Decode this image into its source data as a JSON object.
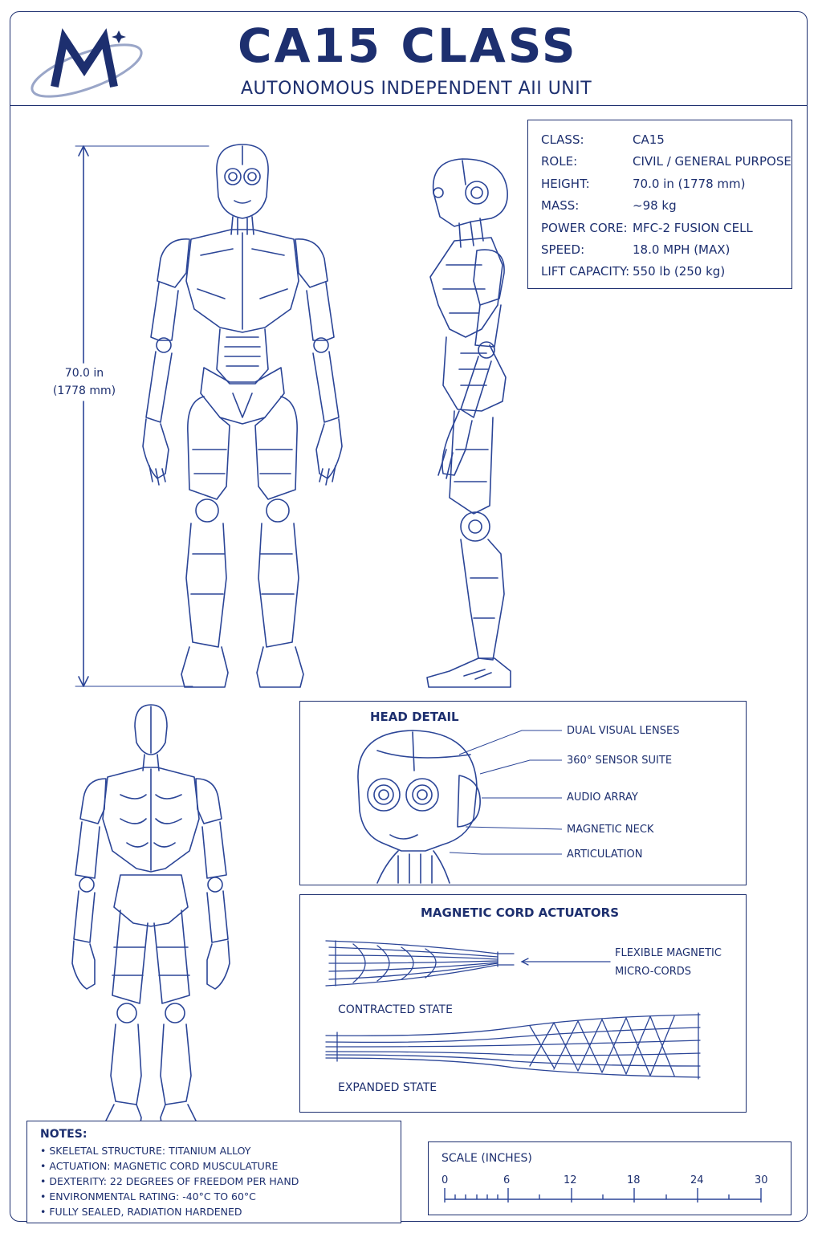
{
  "header": {
    "title": "CA15 CLASS",
    "subtitle": "AUTONOMOUS INDEPENDENT AII UNIT"
  },
  "specs": [
    {
      "label": "CLASS:",
      "value": "CA15"
    },
    {
      "label": "ROLE:",
      "value": "CIVIL / GENERAL PURPOSE"
    },
    {
      "label": "HEIGHT:",
      "value": "70.0 in (1778 mm)"
    },
    {
      "label": "MASS:",
      "value": "~98 kg"
    },
    {
      "label": "POWER CORE:",
      "value": "MFC-2 FUSION CELL"
    },
    {
      "label": "SPEED:",
      "value": "18.0 MPH (MAX)"
    },
    {
      "label": "LIFT CAPACITY:",
      "value": "550 lb (250 kg)"
    }
  ],
  "dimension": {
    "line1": "70.0 in",
    "line2": "(1778 mm)"
  },
  "head_detail": {
    "title": "HEAD DETAIL",
    "callouts": [
      "DUAL VISUAL LENSES",
      "360° SENSOR SUITE",
      "AUDIO ARRAY",
      "MAGNETIC NECK",
      "ARTICULATION"
    ]
  },
  "actuators": {
    "title": "MAGNETIC CORD ACTUATORS",
    "callout_line1": "FLEXIBLE MAGNETIC",
    "callout_line2": "MICRO-CORDS",
    "contracted": "CONTRACTED STATE",
    "expanded": "EXPANDED STATE"
  },
  "notes": {
    "title": "NOTES:",
    "items": [
      "SKELETAL STRUCTURE: TITANIUM ALLOY",
      "ACTUATION: MAGNETIC CORD MUSCULATURE",
      "DEXTERITY: 22 DEGREES OF FREEDOM PER HAND",
      "ENVIRONMENTAL RATING: -40°C TO 60°C",
      "FULLY SEALED, RADIATION HARDENED"
    ]
  },
  "scale": {
    "title": "SCALE (INCHES)",
    "ticks": [
      "0",
      "6",
      "12",
      "18",
      "24",
      "30"
    ]
  },
  "colors": {
    "ink": "#1d2f6f",
    "line": "#2b4597"
  },
  "icons": {
    "logo": "m-orbit-logo"
  }
}
